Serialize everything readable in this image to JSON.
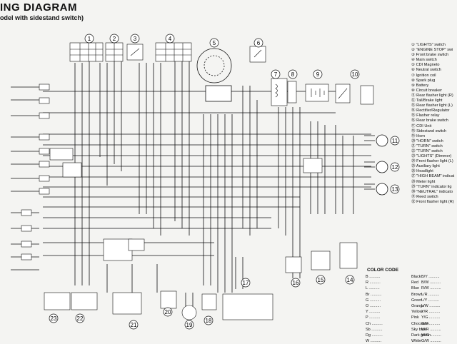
{
  "header": {
    "title": "ING DIAGRAM",
    "subtitle": "odel with sidestand switch)"
  },
  "component_markers": [
    "1",
    "2",
    "3",
    "4",
    "5",
    "6",
    "7",
    "8",
    "9",
    "10",
    "11",
    "12",
    "13",
    "14",
    "15",
    "16",
    "17",
    "18",
    "19",
    "20",
    "21",
    "22",
    "23"
  ],
  "legend": [
    "① \"LIGHTS\" switch",
    "② \"ENGINE STOP\" swi",
    "③ Front brake switch",
    "④ Main switch",
    "⑤ CDI Magneto",
    "⑥ Neutral switch",
    "⑦ Ignition coil",
    "⑧ Spark plug",
    "⑨ Battery",
    "⑩ Circuit breaker",
    "⑪ Rear flasher light (R)",
    "⑫ Tail/Brake light",
    "⑬ Rear flasher light (L)",
    "⑭ Rectifier/Regulator",
    "⑮ Flasher relay",
    "⑯ Rear brake switch",
    "⑰ CDI Unit",
    "⑱ Sidestand switch",
    "⑲ Horn",
    "⑳ \"HORN\" switch",
    "㉑ \"TURN\" switch",
    "㉒ \"TURN\" switch",
    "㉓ \"LIGHTS\" (Dimmer)",
    "㉔ Front flasher light (L)",
    "㉕ Auxiliary light",
    "㉖ Headlight",
    "㉗ \"HIGH BEAM\" indicat",
    "㉘ Meter light",
    "㉙ \"TURN\" indicator lig",
    "㉚ \"NEUTRAL\" indicato",
    "㉛ Reed switch",
    "㉜ Front flasher light (R)"
  ],
  "color_code": {
    "title": "COLOR CODE",
    "left": [
      {
        "code": "B",
        "name": "Black"
      },
      {
        "code": "R",
        "name": "Red"
      },
      {
        "code": "L",
        "name": "Blue"
      },
      {
        "code": "Br",
        "name": "Brown"
      },
      {
        "code": "G",
        "name": "Green"
      },
      {
        "code": "O",
        "name": "Orange"
      },
      {
        "code": "Y",
        "name": "Yellow"
      },
      {
        "code": "P",
        "name": "Pink"
      },
      {
        "code": "Ch",
        "name": "Chocolate"
      },
      {
        "code": "Sb",
        "name": "Sky blue"
      },
      {
        "code": "Dg",
        "name": "Dark green"
      },
      {
        "code": "W",
        "name": "White"
      }
    ],
    "right": [
      {
        "code": "B/Y",
        "name": "Black"
      },
      {
        "code": "B/W",
        "name": "Black"
      },
      {
        "code": "R/W",
        "name": "Red/"
      },
      {
        "code": "L/R",
        "name": "Blue/"
      },
      {
        "code": "L/Y",
        "name": "Blue/"
      },
      {
        "code": "L/W",
        "name": "Blue/"
      },
      {
        "code": "Y/R",
        "name": "Yellow"
      },
      {
        "code": "Y/G",
        "name": "Yellow"
      },
      {
        "code": "G/Y",
        "name": "Green"
      },
      {
        "code": "W/R",
        "name": "White"
      },
      {
        "code": "W/G",
        "name": "White"
      },
      {
        "code": "G/W",
        "name": "Green"
      }
    ]
  },
  "colors": {
    "ink": "#111111",
    "paper": "#f4f4f2"
  }
}
